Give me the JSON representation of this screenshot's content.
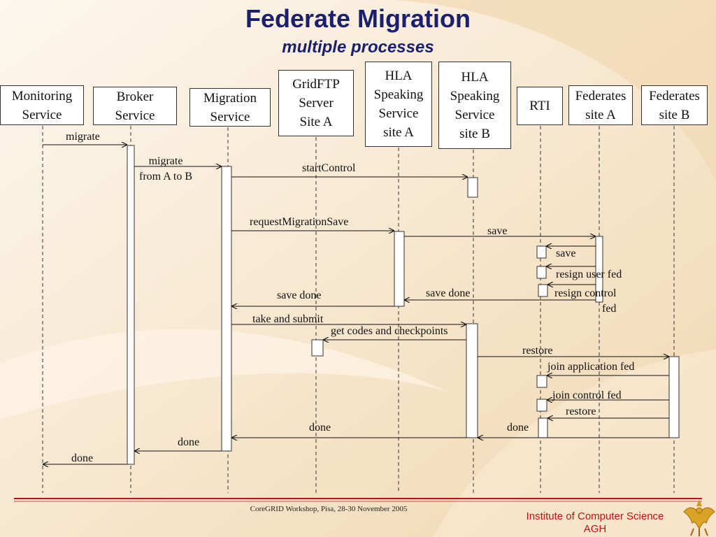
{
  "title": "Federate Migration",
  "subtitle": "multiple processes",
  "participants": [
    {
      "id": "monitoring",
      "label": "Monitoring\nService"
    },
    {
      "id": "broker",
      "label": "Broker\nService"
    },
    {
      "id": "migration",
      "label": "Migration\nService"
    },
    {
      "id": "gridftp",
      "label": "GridFTP\nServer\nSite A"
    },
    {
      "id": "hla_a",
      "label": "HLA\nSpeaking\nService\nsite A"
    },
    {
      "id": "hla_b",
      "label": "HLA\nSpeaking\nService\nsite B"
    },
    {
      "id": "rti",
      "label": "RTI"
    },
    {
      "id": "fed_a",
      "label": "Federates\nsite A"
    },
    {
      "id": "fed_b",
      "label": "Federates\nsite B"
    }
  ],
  "messages": [
    {
      "label": "migrate"
    },
    {
      "label": "migrate\nfrom A to B"
    },
    {
      "label": "startControl"
    },
    {
      "label": "requestMigrationSave"
    },
    {
      "label": "save"
    },
    {
      "label": "save"
    },
    {
      "label": "resign user fed"
    },
    {
      "label": "resign control\nfed"
    },
    {
      "label": "save done"
    },
    {
      "label": "save done"
    },
    {
      "label": "take and submit"
    },
    {
      "label": "get codes and checkpoints"
    },
    {
      "label": "restore"
    },
    {
      "label": "join application fed"
    },
    {
      "label": "join control fed"
    },
    {
      "label": "restore"
    },
    {
      "label": "done"
    },
    {
      "label": "done"
    },
    {
      "label": "done"
    },
    {
      "label": "done"
    }
  ],
  "footer": "CoreGRID Workshop, Pisa, 28-30 November 2005",
  "institution": "Institute of Computer Science\nAGH",
  "icons": {
    "logo": "agh-eagle-crest-icon"
  },
  "colors": {
    "title": "#1a1f6e",
    "institution": "#c21010",
    "background": "#fbf3e6",
    "accent_swoosh": "#f1d9b8",
    "footer_rule": "#b8141f"
  }
}
